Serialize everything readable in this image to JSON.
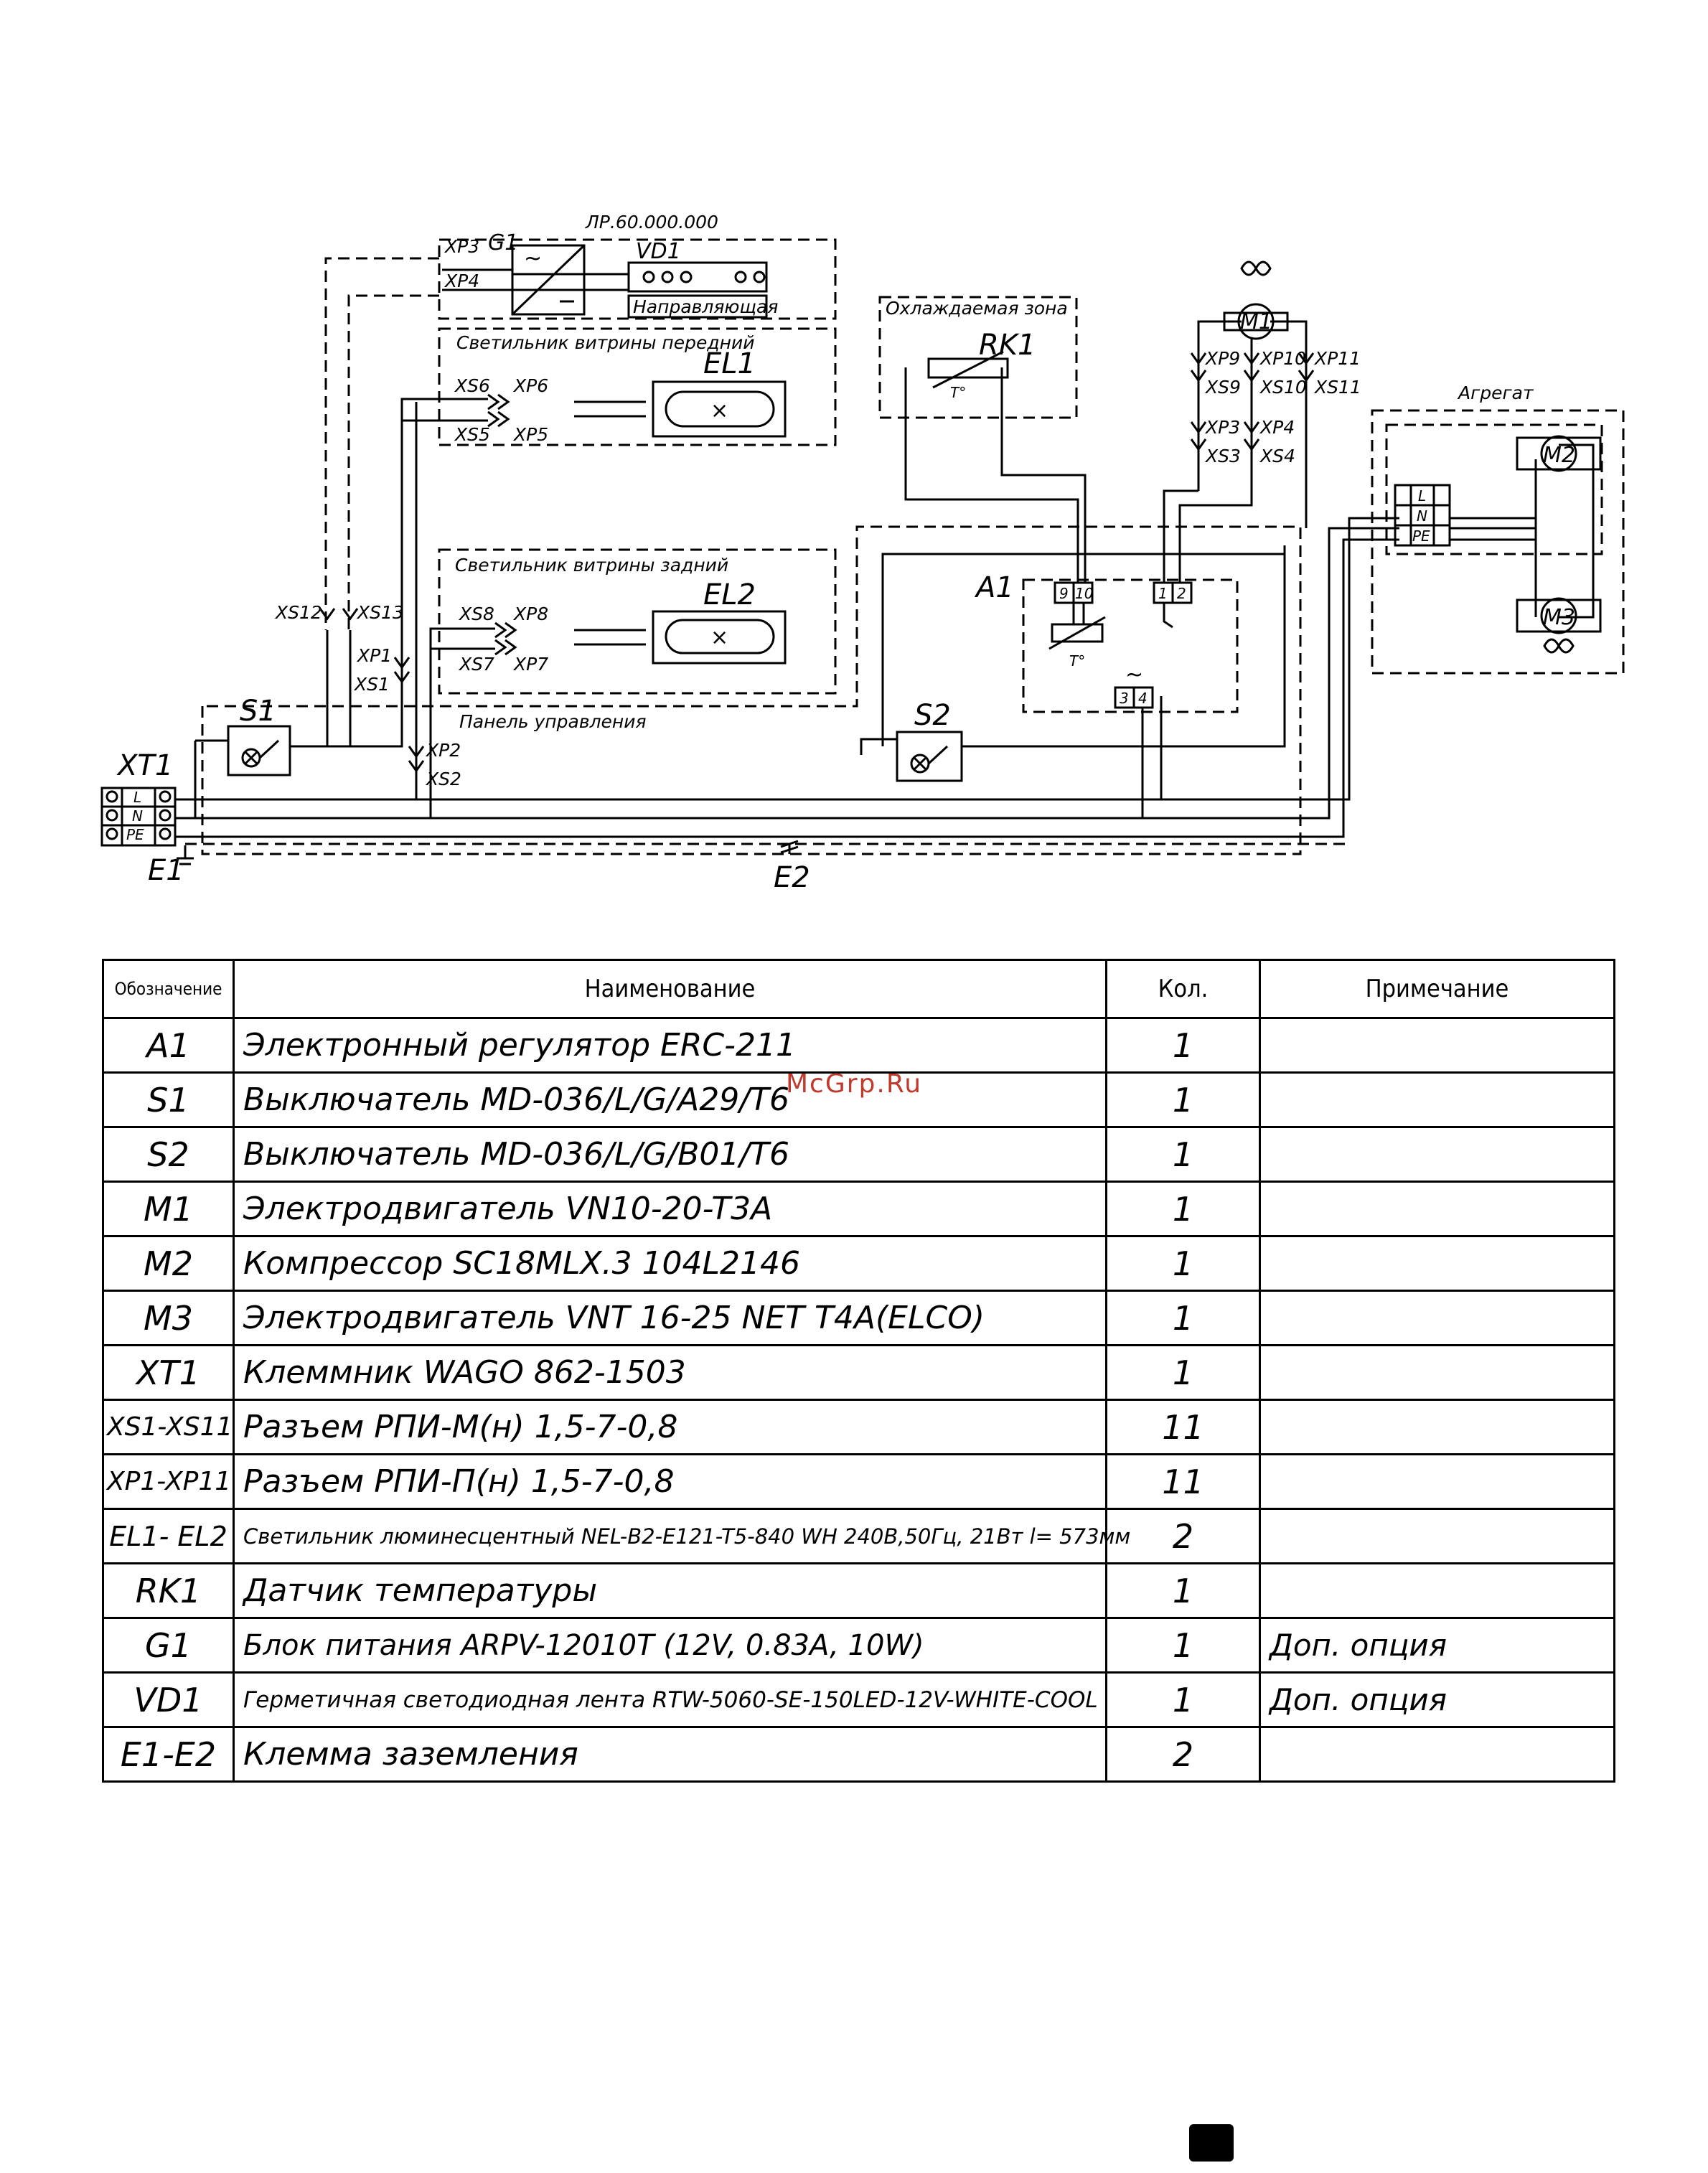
{
  "diagram": {
    "drawing_number": "ЛР.60.000.000",
    "zones": {
      "front_light": "Светильник витрины передний",
      "rear_light": "Светильник витрины задний",
      "cooled_zone": "Охлаждаемая зона",
      "unit": "Агрегат",
      "control_panel": "Панель управления"
    },
    "rail_label": "Направляющая",
    "components": {
      "g1": "G1",
      "vd1": "VD1",
      "el1": "EL1",
      "el2": "EL2",
      "rk1": "RK1",
      "a1": "A1",
      "m1": "M1",
      "m2": "M2",
      "m3": "M3",
      "s1": "S1",
      "s2": "S2",
      "xt1": "XT1",
      "e1": "E1",
      "e2": "E2"
    },
    "connectors": {
      "xp3_top": "XP3",
      "xp4_top": "XP4",
      "xs6": "XS6",
      "xp6": "XP6",
      "xs5": "XS5",
      "xp5": "XP5",
      "xs8": "XS8",
      "xp8": "XP8",
      "xs7": "XS7",
      "xp7": "XP7",
      "xs12": "XS12",
      "xs13": "XS13",
      "xp1": "XP1",
      "xs1": "XS1",
      "xp2": "XP2",
      "xs2": "XS2",
      "xp9": "XP9",
      "xp10": "XP10",
      "xp11": "XP11",
      "xs9": "XS9",
      "xs10": "XS10",
      "xs11": "XS11",
      "xp3": "XP3",
      "xp4": "XP4",
      "xs3": "XS3",
      "xs4": "XS4"
    },
    "terminals": {
      "l": "L",
      "n": "N",
      "pe": "PE"
    },
    "a1_pins": {
      "p9": "9",
      "p10": "10",
      "p1": "1",
      "p2": "2",
      "p3": "3",
      "p4": "4"
    },
    "temp_symbol": "T°",
    "tilde": "~"
  },
  "table": {
    "headers": {
      "designation": "Обозначение",
      "name": "Наименование",
      "qty": "Кол.",
      "note": "Примечание"
    },
    "rows": [
      {
        "designation": "A1",
        "name": "Электронный регулятор ERC-211",
        "qty": "1",
        "note": ""
      },
      {
        "designation": "S1",
        "name": "Выключатель MD-036/L/G/A29/T6",
        "qty": "1",
        "note": ""
      },
      {
        "designation": "S2",
        "name": "Выключатель MD-036/L/G/B01/T6",
        "qty": "1",
        "note": ""
      },
      {
        "designation": "M1",
        "name": "Электродвигатель VN10-20-T3A",
        "qty": "1",
        "note": ""
      },
      {
        "designation": "M2",
        "name": "Компрессор SC18MLX.3 104L2146",
        "qty": "1",
        "note": ""
      },
      {
        "designation": "M3",
        "name": "Электродвигатель VNT 16-25 NET T4A(ELCO)",
        "qty": "1",
        "note": ""
      },
      {
        "designation": "XT1",
        "name": "Клеммник WAGO 862-1503",
        "qty": "1",
        "note": ""
      },
      {
        "designation": "XS1-XS11",
        "name": "Разъем РПИ-М(н) 1,5-7-0,8",
        "qty": "11",
        "note": ""
      },
      {
        "designation": "XP1-XP11",
        "name": "Разъем РПИ-П(н) 1,5-7-0,8",
        "qty": "11",
        "note": ""
      },
      {
        "designation": "EL1- EL2",
        "name": "Светильник люминесцентный NEL-B2-E121-T5-840 WH 240В,50Гц, 21Вт l= 573мм",
        "qty": "2",
        "note": ""
      },
      {
        "designation": "RK1",
        "name": "Датчик температуры",
        "qty": "1",
        "note": ""
      },
      {
        "designation": "G1",
        "name": "Блок питания ARPV-12010T (12V, 0.83A, 10W)",
        "qty": "1",
        "note": "Доп. опция"
      },
      {
        "designation": "VD1",
        "name": "Герметичная светодиодная лента RTW-5060-SE-150LED-12V-WHITE-COOL",
        "qty": "1",
        "note": "Доп. опция"
      },
      {
        "designation": "E1-E2",
        "name": "Клемма заземления",
        "qty": "2",
        "note": ""
      }
    ]
  },
  "watermark": "McGrp.Ru"
}
